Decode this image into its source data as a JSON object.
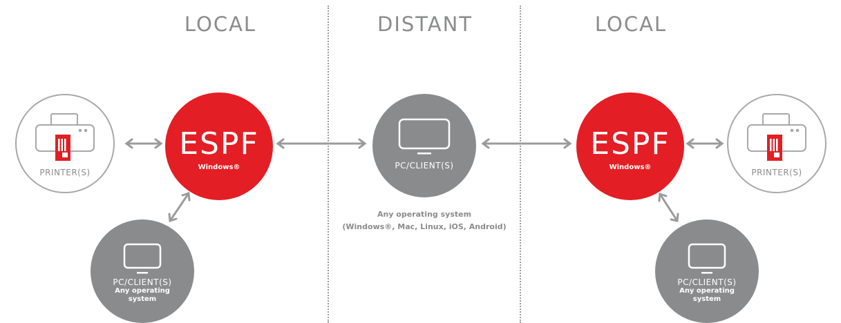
{
  "zones": {
    "left": "LOCAL",
    "middle": "DISTANT",
    "right": "LOCAL"
  },
  "left_group": {
    "espf_title": "ESPF",
    "espf_sub": "Windows®",
    "printer_label": "PRINTER(S)",
    "client_label": "PC/CLIENT(S)",
    "client_sub_line1": "Any operating",
    "client_sub_line2": "system"
  },
  "middle_group": {
    "client_label": "PC/CLIENT(S)",
    "caption_line1": "Any operating system",
    "caption_line2": "(Windows®, Mac, Linux, iOS, Android)"
  },
  "right_group": {
    "espf_title": "ESPF",
    "espf_sub": "Windows®",
    "printer_label": "PRINTER(S)",
    "client_label": "PC/CLIENT(S)",
    "client_sub_line1": "Any operating",
    "client_sub_line2": "system"
  },
  "colors": {
    "accent_red": "#e31e24",
    "node_grey": "#8a8b8d",
    "line_grey": "#a7a8aa"
  },
  "icons": [
    "printer-icon",
    "card-icon",
    "monitor-icon",
    "double-arrow-icon"
  ]
}
